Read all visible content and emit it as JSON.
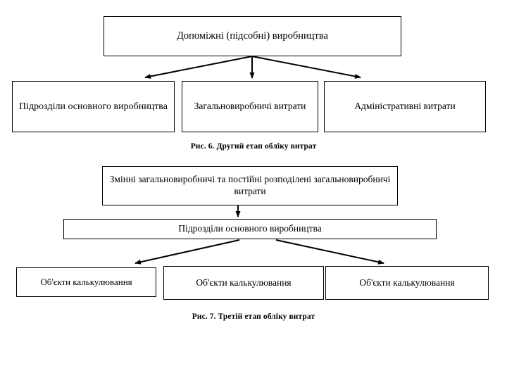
{
  "figure6": {
    "caption": "Рис. 6. Другий етап обліку витрат",
    "root": "Допоміжні (підсобні) виробництва",
    "children": [
      "Підрозділи основного виробництва",
      "Загальновиробничі витрати",
      "Адміністративні витрати"
    ]
  },
  "figure7": {
    "caption": "Рис. 7. Третій етап обліку витрат",
    "root": "Змінні загальновиробничі та постійні розподілені загальновиробничі витрати",
    "middle": "Підрозділи основного виробництва",
    "children": [
      "Об'єкти калькулювання",
      "Об'єкти калькулювання",
      "Об'єкти калькулювання"
    ]
  },
  "style": {
    "line_color": "#000000",
    "box_border_color": "#000000",
    "background": "#ffffff",
    "text_color": "#000000"
  }
}
